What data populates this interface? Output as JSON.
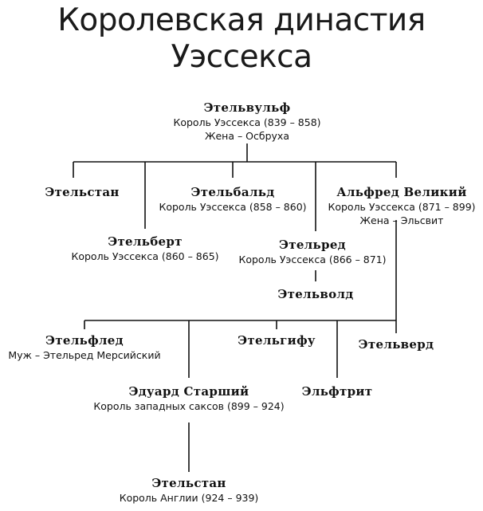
{
  "title": {
    "line1": "Королевская династия",
    "line2": "Уэссекса"
  },
  "persons": [
    {
      "id": "ethelwulf",
      "name": "Этельвульф",
      "lines": [
        "Король Уэссекса (839 – 858)",
        "Жена – Осбруха"
      ]
    },
    {
      "id": "athelstan1",
      "name": "Этельстан",
      "lines": []
    },
    {
      "id": "ethelbald",
      "name": "Этельбальд",
      "lines": [
        "Король Уэссекса (858 – 860)"
      ]
    },
    {
      "id": "alfred",
      "name": "Альфред Великий",
      "lines": [
        "Король Уэссекса (871 – 899)",
        "Жена – Эльсвит"
      ]
    },
    {
      "id": "ethelbert",
      "name": "Этельберт",
      "lines": [
        "Король Уэссекса (860 – 865)"
      ]
    },
    {
      "id": "ethelred",
      "name": "Этельред",
      "lines": [
        "Король Уэссекса (866 – 871)"
      ]
    },
    {
      "id": "ethelwold",
      "name": "Этельволд",
      "lines": []
    },
    {
      "id": "ethelfled",
      "name": "Этельфлед",
      "lines": [
        "Муж – Этельред Мерсийский"
      ]
    },
    {
      "id": "ethelgifu",
      "name": "Этельгифу",
      "lines": []
    },
    {
      "id": "ethelverd",
      "name": "Этельверд",
      "lines": []
    },
    {
      "id": "edward",
      "name": "Эдуард Старший",
      "lines": [
        "Король западных саксов (899 – 924)"
      ]
    },
    {
      "id": "elftrit",
      "name": "Эльфтрит",
      "lines": []
    },
    {
      "id": "athelstan2",
      "name": "Этельстан",
      "lines": [
        "Король Англии (924 – 939)"
      ]
    }
  ]
}
